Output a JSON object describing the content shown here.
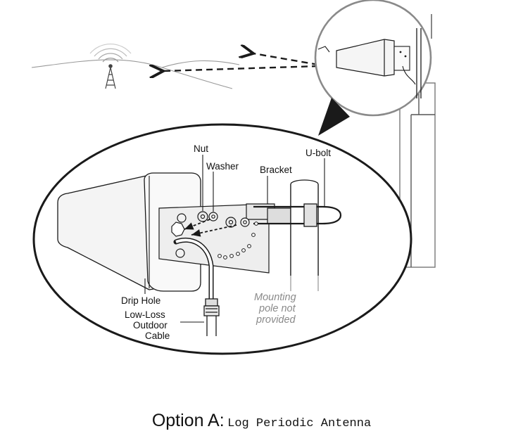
{
  "labels": {
    "nut": "Nut",
    "washer": "Washer",
    "bracket": "Bracket",
    "ubolt": "U-bolt",
    "drip_hole": "Drip Hole",
    "cable_line1": "Low-Loss",
    "cable_line2": "Outdoor",
    "cable_line3": "Cable",
    "mount_line1": "Mounting",
    "mount_line2": "pole not",
    "mount_line3": "provided"
  },
  "caption": {
    "option": "Option A:",
    "title": "Log Periodic Antenna"
  },
  "colors": {
    "line": "#1a1a1a",
    "callout_ring": "#8a8a8a",
    "panel_fill": "#f4f4f4",
    "muted_text": "#8a8a8a"
  }
}
